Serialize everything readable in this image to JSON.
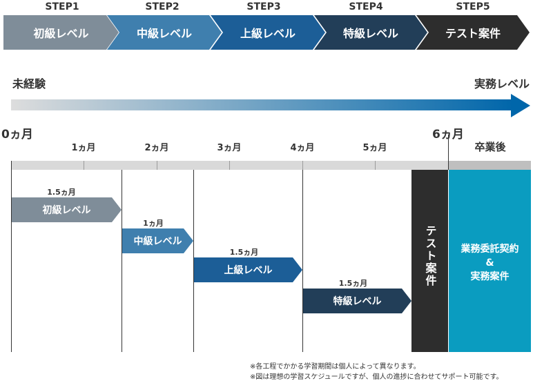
{
  "steps": [
    {
      "step": "STEP1",
      "name": "初級レベル",
      "color": "#7f8d99"
    },
    {
      "step": "STEP2",
      "name": "中級レベル",
      "color": "#3f7fae"
    },
    {
      "step": "STEP3",
      "name": "上級レベル",
      "color": "#1c5e97"
    },
    {
      "step": "STEP4",
      "name": "特級レベル",
      "color": "#223e58"
    },
    {
      "step": "STEP5",
      "name": "テスト案件",
      "color": "#2d2d2d"
    }
  ],
  "scale": {
    "start_label": "未経験",
    "end_label": "実務レベル",
    "gradient_from": "#dddddd",
    "gradient_to": "#0066aa"
  },
  "timeline": {
    "start": "0ヵ月",
    "months": [
      "1ヵ月",
      "2ヵ月",
      "3ヵ月",
      "4ヵ月",
      "5ヵ月"
    ],
    "six": "6ヵ月",
    "after": "卒業後"
  },
  "phases": [
    {
      "duration": "1.5ヵ月",
      "name": "初級レベル"
    },
    {
      "duration": "1ヵ月",
      "name": "中級レベル"
    },
    {
      "duration": "1.5ヵ月",
      "name": "上級レベル"
    },
    {
      "duration": "1.5ヵ月",
      "name": "特級レベル"
    }
  ],
  "test_block": {
    "label": "テスト案件",
    "color": "#2d2d2d"
  },
  "graduate_block": {
    "line1": "業務委託契約",
    "line2": "&",
    "line3": "実務案件",
    "color": "#0a9cc0"
  },
  "notes": [
    "※各工程でかかる学習期間は個人によって異なります。",
    "※図は理想の学習スケジュールですが、個人の進捗に合わせてサポート可能です。"
  ]
}
